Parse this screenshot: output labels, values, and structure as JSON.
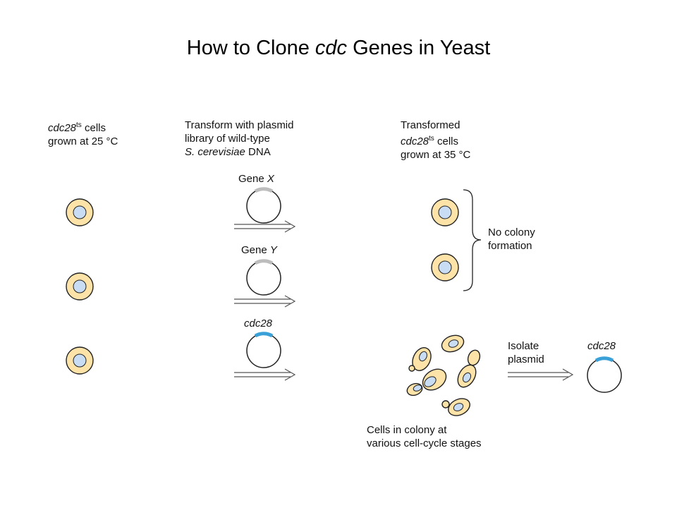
{
  "title": {
    "pre": "How to Clone ",
    "italic": "cdc",
    "post": " Genes in Yeast"
  },
  "col1": {
    "gene": "cdc28",
    "sup": "ts",
    "text1": " cells",
    "line2": "grown at 25 °C"
  },
  "col2": {
    "line1": "Transform with plasmid",
    "line2": "library of wild-type",
    "species": "S. cerevisiae",
    "line3_post": " DNA"
  },
  "col3": {
    "line1": "Transformed",
    "gene": "cdc28",
    "sup": "ts",
    "text2": " cells",
    "line3": "grown at 35 °C"
  },
  "plasmids": [
    {
      "prefix": "Gene ",
      "name": "X"
    },
    {
      "prefix": "Gene ",
      "name": "Y"
    },
    {
      "prefix": "",
      "name": "cdc28"
    }
  ],
  "no_colony": {
    "line1": "No colony",
    "line2": "formation"
  },
  "isolate": {
    "line1": "Isolate",
    "line2": "plasmid"
  },
  "result_plasmid": "cdc28",
  "colony_caption": {
    "line1": "Cells in colony at",
    "line2": "various cell-cycle stages"
  },
  "colors": {
    "cell_fill": "#fde3a7",
    "nucleus_fill": "#c8dcf4",
    "insert_gray": "#bdbdbd",
    "insert_blue": "#3aa0d8",
    "outline": "#222222"
  }
}
